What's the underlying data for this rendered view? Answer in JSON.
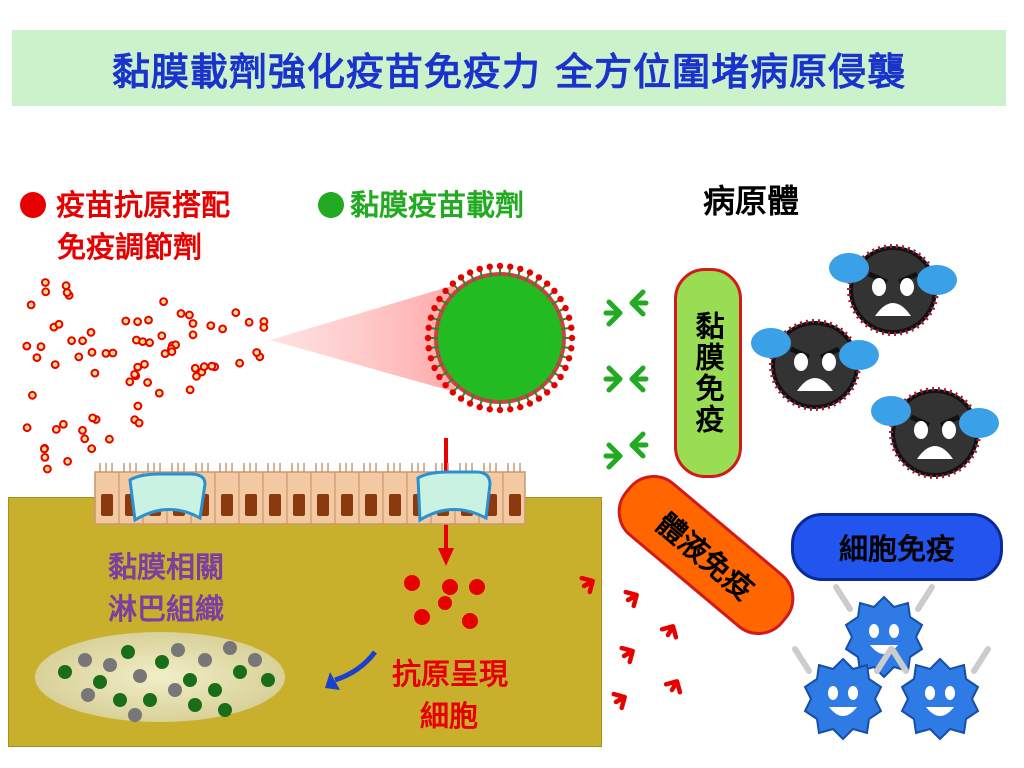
{
  "title": "黏膜載劑強化疫苗免疫力 全方位圍堵病原侵襲",
  "legend": {
    "antigen_line1": "疫苗抗原搭配",
    "antigen_line2": "免疫調節劑",
    "adjuvant": "黏膜疫苗載劑"
  },
  "labels": {
    "pathogen": "病原體",
    "mucosal_immunity": "黏膜免疫",
    "humoral_immunity": "體液免疫",
    "cellular_immunity": "細胞免疫",
    "malt_line1": "黏膜相關",
    "malt_line2": "淋巴組織",
    "apc_line1": "抗原呈現",
    "apc_line2": "細胞"
  },
  "colors": {
    "title": "#1a33cc",
    "title_bg": "#ccf2cc",
    "antigen": "#e60000",
    "adjuvant": "#22bb22",
    "tissue": "#c9b02c",
    "mucosal_pill": "#99dd55",
    "humoral_pill": "#ff6600",
    "cellular_pill": "#2255ee",
    "pathogen_body": "#333333",
    "t_cell": "#2e7be6",
    "malt_text": "#7b3fa0"
  },
  "icons": [
    "virus-icon",
    "t-cell-icon",
    "antibody-icon",
    "nanoparticle-icon",
    "epithelium-icon"
  ]
}
